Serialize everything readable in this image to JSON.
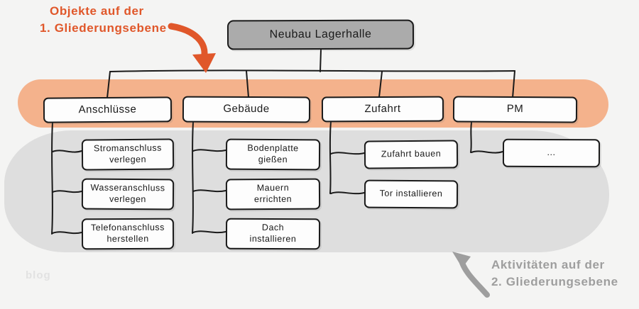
{
  "colors": {
    "background": "#f4f4f3",
    "orange_band": "#f4b28c",
    "gray_band": "#dedede",
    "root_fill": "#ababab",
    "node_fill": "#fdfdfd",
    "stroke": "#1a1a1a",
    "accent_orange": "#e0572a",
    "accent_gray": "#9e9e9e",
    "watermark_gray": "#e2e2e2"
  },
  "annotations": {
    "objects_note": {
      "line1": "Objekte auf der",
      "line2": "1. Gliederungsebene"
    },
    "activities_note": {
      "line1": "Aktivitäten auf der",
      "line2": "2. Gliederungsebene"
    },
    "watermark": "blog"
  },
  "tree": {
    "root": "Neubau Lagerhalle",
    "branches": [
      {
        "label": "Anschlüsse",
        "activities": [
          "Stromanschluss\nverlegen",
          "Wasseranschluss\nverlegen",
          "Telefonanschluss\nherstellen"
        ]
      },
      {
        "label": "Gebäude",
        "activities": [
          "Bodenplatte\ngießen",
          "Mauern\nerrichten",
          "Dach\ninstallieren"
        ]
      },
      {
        "label": "Zufahrt",
        "activities": [
          "Zufahrt bauen",
          "Tor installieren"
        ]
      },
      {
        "label": "PM",
        "activities": [
          "..."
        ]
      }
    ]
  }
}
